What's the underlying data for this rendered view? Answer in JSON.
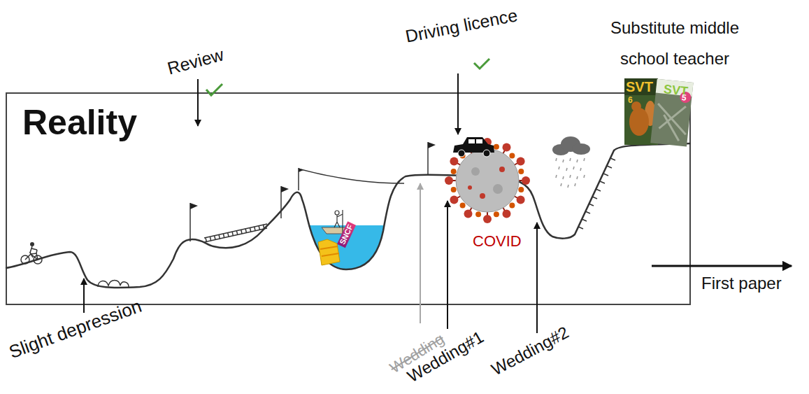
{
  "diagram": {
    "nodes": [
      {
        "text": [
          "Reality"
        ]
      }
    ],
    "labels": [
      "Review",
      "Driving licence",
      "Substitute middle school teacher",
      "COVID",
      "First paper",
      "Slight depression",
      "Wedding",
      "Wedding#1",
      "Wedding#2",
      "SVT",
      "6",
      "SVT",
      "5",
      "SNCF"
    ]
  }
}
